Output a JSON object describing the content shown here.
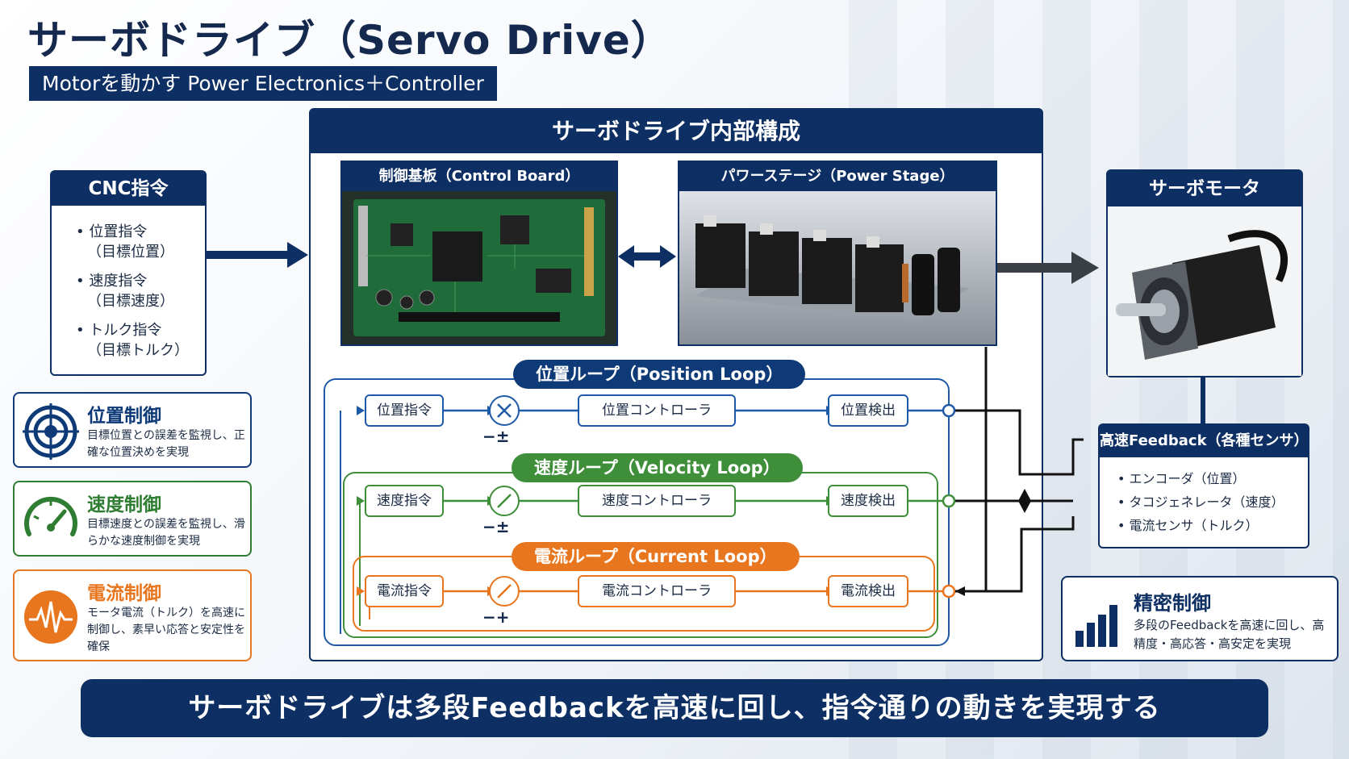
{
  "title": "サーボドライブ（Servo Drive）",
  "subtitle": "Motorを動かす Power Electronics＋Controller",
  "cnc": {
    "header": "CNC指令",
    "items": [
      {
        "label": "位置指令",
        "sub": "（目標位置）"
      },
      {
        "label": "速度指令",
        "sub": "（目標速度）"
      },
      {
        "label": "トルク指令",
        "sub": "（目標トルク）"
      }
    ]
  },
  "controls": [
    {
      "title": "位置制御",
      "desc": "目標位置との誤差を監視し、正確な位置決めを実現",
      "color": "#0e3a78",
      "icon": "target-icon"
    },
    {
      "title": "速度制御",
      "desc": "目標速度との誤差を監視し、滑らかな速度制御を実現",
      "color": "#2e7d32",
      "icon": "speedometer-icon"
    },
    {
      "title": "電流制御",
      "desc": "モータ電流（トルク）を高速に制御し、素早い応答と安定性を確保",
      "color": "#e8761e",
      "icon": "waveform-icon"
    }
  ],
  "internal": {
    "header": "サーボドライブ内部構成",
    "control_board": "制御基板（Control Board）",
    "power_stage": "パワーステージ（Power Stage）"
  },
  "loops": [
    {
      "pill": "位置ループ（Position Loop）",
      "cmd": "位置指令",
      "controller": "位置コントローラ",
      "detect": "位置検出",
      "sign": "−±",
      "color": "#1f5aa8",
      "pill_color": "#0e3a78"
    },
    {
      "pill": "速度ループ（Velocity Loop）",
      "cmd": "速度指令",
      "controller": "速度コントローラ",
      "detect": "速度検出",
      "sign": "−±",
      "color": "#3f8f3a",
      "pill_color": "#3f8f3a"
    },
    {
      "pill": "電流ループ（Current Loop）",
      "cmd": "電流指令",
      "controller": "電流コントローラ",
      "detect": "電流検出",
      "sign": "−+",
      "color": "#e8761e",
      "pill_color": "#e8761e"
    }
  ],
  "motor": {
    "header": "サーボモータ"
  },
  "feedback": {
    "header": "高速Feedback（各種センサ）",
    "items": [
      "エンコーダ（位置）",
      "タコジェネレータ（速度）",
      "電流センサ（トルク）"
    ]
  },
  "precision": {
    "title": "精密制御",
    "desc": "多段のFeedbackを高速に回し、高精度・高応答・高安定を実現",
    "icon": "bar-chart-icon"
  },
  "banner": "サーボドライブは多段Feedbackを高速に回し、指令通りの動きを実現する"
}
